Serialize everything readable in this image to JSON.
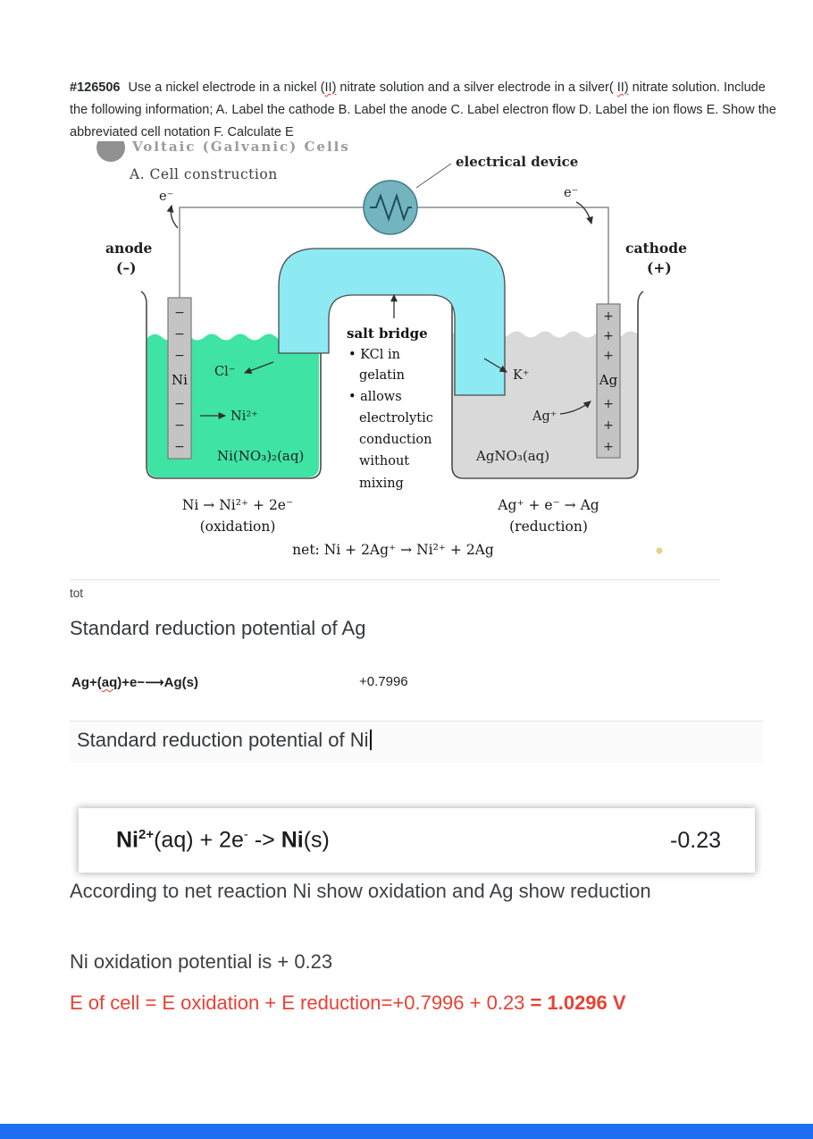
{
  "question": {
    "id": "#126506",
    "part1": " Use a nickel electrode in a nickel (",
    "typo1": "II)",
    "part2": " nitrate solution and a silver electrode in a silver( ",
    "typo2": "II)",
    "part3": " nitrate solution. Include the following information; A. Label the cathode B. Label the anode C. Label electron flow D. Label the ion flows E. Show the abbreviated cell notation F. Calculate E"
  },
  "diagram": {
    "header_partial": "Voltaic (Galvanic) Cells",
    "construction_label": "A. Cell construction",
    "electrical_device_label": "electrical device",
    "electron_label": "e⁻",
    "anode": {
      "label": "anode",
      "sign": "(–)"
    },
    "cathode": {
      "label": "cathode",
      "sign": "(+)"
    },
    "left_electrode_symbol": "Ni",
    "right_electrode_symbol": "Ag",
    "minus_sign": "−",
    "plus_sign": "+",
    "ions": {
      "cl": "Cl⁻",
      "ni": "Ni²⁺",
      "k": "K⁺",
      "ag": "Ag⁺"
    },
    "left_solution_formula": "Ni(NO₃)₂(aq)",
    "right_solution_formula": "AgNO₃(aq)",
    "salt_bridge": {
      "title": "salt bridge",
      "lines": [
        "• KCl in",
        "gelatin",
        "• allows",
        "electrolytic",
        "conduction",
        "without",
        "mixing"
      ]
    },
    "oxidation_half": {
      "equation": "Ni → Ni²⁺ + 2e⁻",
      "label": "(oxidation)"
    },
    "reduction_half": {
      "equation": "Ag⁺ + e⁻ → Ag",
      "label": "(reduction)"
    },
    "net_reaction": "net: Ni + 2Ag⁺ → Ni²⁺ + 2Ag"
  },
  "answer": {
    "tot": "tot",
    "ag_heading": "Standard reduction potential of Ag",
    "ag_equation": {
      "pre": "Ag+(",
      "typo": "aq",
      "post": ")+e−⟶Ag(s)",
      "value": "+0.7996"
    },
    "ni_heading": "Standard reduction potential of Ni",
    "ni_row": {
      "el1": "Ni",
      "sup1": "2+",
      "mid": "(aq) + 2e",
      "sup2": "-",
      "arrow": " -> ",
      "el2": "Ni",
      "state2": "(s)",
      "value": "-0.23"
    },
    "p1": "According to net reaction Ni show oxidation and Ag show reduction",
    "p2": "Ni oxidation potential is + 0.23",
    "conclusion": {
      "text": "E of cell = E oxidation + E reduction=+0.7996 + 0.23 ",
      "bold": "= 1.0296 V"
    }
  },
  "colors": {
    "solution_green": "#3fe3a4",
    "solution_gray": "#d9d9d9",
    "salt_bridge_cyan": "#8de9f2",
    "device_teal": "#74b4bf",
    "electrode_gray": "#c4c4c4",
    "highlight_red": "#e94235",
    "footer_blue": "#1e6ef3",
    "squiggle_red": "#e53935"
  }
}
